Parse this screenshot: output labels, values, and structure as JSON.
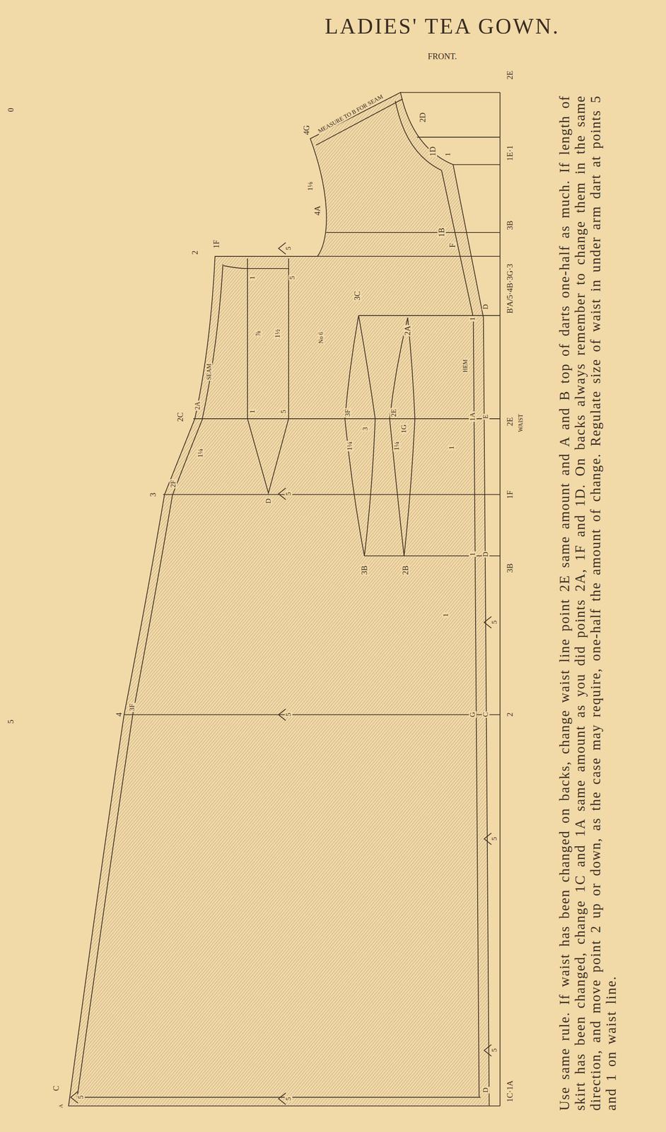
{
  "diagram": {
    "title": "LADIES' TEA GOWN.",
    "caption": "Use same rule. If waist has been changed on backs, change waist line point 2E same amount and A and B top of darts one-half as much. If length of skirt has been changed, change 1C and 1A same amount as you did points 2A, 1F and 1D. On backs always remember to change them in the same direction, and move point 2 up or down, as the case may require, one-half the amount of change. Regulate size of waist in under arm dart at points 5 and 1 on waist line.",
    "labels": [
      "FRONT.",
      "2E",
      "1E·1",
      "3B",
      "B'A/5·4B·3G·3",
      "2E",
      "WAIST",
      "1F",
      "3B",
      "2",
      "1C·1A",
      "4G",
      "MEASURE TO B FOR SEAM",
      "2D",
      "1D",
      "1",
      "4A",
      "1B",
      "F",
      "1F",
      "2",
      "5",
      "1",
      "5",
      "No 6",
      "3C",
      "2A",
      "1",
      "D",
      "HEM",
      "SEAM",
      "2C",
      "2A",
      "1",
      "5",
      "3F",
      "3",
      "2E",
      "1G",
      "1A",
      "E",
      "3",
      "2F",
      "D",
      "5",
      "1",
      "D",
      "3B",
      "2B",
      "4",
      "3F",
      "5",
      "G",
      "C",
      "5",
      "5",
      "5",
      "5",
      "5",
      "C",
      "A",
      "D",
      "0",
      "5",
      "1⅛",
      "⅞",
      "1½",
      "1¼",
      "1¼",
      "1¼",
      "1",
      "1"
    ]
  }
}
